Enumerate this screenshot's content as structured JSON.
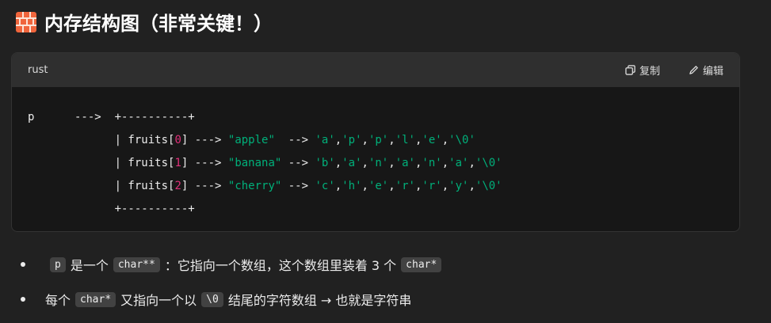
{
  "heading": {
    "icon": "brick-icon",
    "title": "内存结构图（非常关键！）"
  },
  "code_block": {
    "language": "rust",
    "copy_label": "复制",
    "edit_label": "编辑",
    "lines": [
      [
        {
          "t": "p      --->  +----------+"
        }
      ],
      [
        {
          "t": "             | fruits["
        },
        {
          "t": "0",
          "c": "num"
        },
        {
          "t": "] ---> "
        },
        {
          "t": "\"apple\"",
          "c": "str"
        },
        {
          "t": "  --> "
        },
        {
          "t": "'a'",
          "c": "str"
        },
        {
          "t": ","
        },
        {
          "t": "'p'",
          "c": "str"
        },
        {
          "t": ","
        },
        {
          "t": "'p'",
          "c": "str"
        },
        {
          "t": ","
        },
        {
          "t": "'l'",
          "c": "str"
        },
        {
          "t": ","
        },
        {
          "t": "'e'",
          "c": "str"
        },
        {
          "t": ","
        },
        {
          "t": "'\\0'",
          "c": "str"
        }
      ],
      [
        {
          "t": "             | fruits["
        },
        {
          "t": "1",
          "c": "num"
        },
        {
          "t": "] ---> "
        },
        {
          "t": "\"banana\"",
          "c": "str"
        },
        {
          "t": " --> "
        },
        {
          "t": "'b'",
          "c": "str"
        },
        {
          "t": ","
        },
        {
          "t": "'a'",
          "c": "str"
        },
        {
          "t": ","
        },
        {
          "t": "'n'",
          "c": "str"
        },
        {
          "t": ","
        },
        {
          "t": "'a'",
          "c": "str"
        },
        {
          "t": ","
        },
        {
          "t": "'n'",
          "c": "str"
        },
        {
          "t": ","
        },
        {
          "t": "'a'",
          "c": "str"
        },
        {
          "t": ","
        },
        {
          "t": "'\\0'",
          "c": "str"
        }
      ],
      [
        {
          "t": "             | fruits["
        },
        {
          "t": "2",
          "c": "num"
        },
        {
          "t": "] ---> "
        },
        {
          "t": "\"cherry\"",
          "c": "str"
        },
        {
          "t": " --> "
        },
        {
          "t": "'c'",
          "c": "str"
        },
        {
          "t": ","
        },
        {
          "t": "'h'",
          "c": "str"
        },
        {
          "t": ","
        },
        {
          "t": "'e'",
          "c": "str"
        },
        {
          "t": ","
        },
        {
          "t": "'r'",
          "c": "str"
        },
        {
          "t": ","
        },
        {
          "t": "'r'",
          "c": "str"
        },
        {
          "t": ","
        },
        {
          "t": "'y'",
          "c": "str"
        },
        {
          "t": ","
        },
        {
          "t": "'\\0'",
          "c": "str"
        }
      ],
      [
        {
          "t": "             +----------+"
        }
      ]
    ]
  },
  "bullets": [
    [
      {
        "code": "p"
      },
      {
        "text": "是一个"
      },
      {
        "code": "char**"
      },
      {
        "text": "：它指向一个数组，这个数组里装着 3 个"
      },
      {
        "code": "char*"
      }
    ],
    [
      {
        "text": "每个"
      },
      {
        "code": "char*"
      },
      {
        "text": "又指向一个以"
      },
      {
        "code": "\\0"
      },
      {
        "text": "结尾的字符数组 → 也就是字符串"
      }
    ]
  ],
  "colors": {
    "string": "#00b07a",
    "number": "#df3079",
    "background": "#212121",
    "code_background": "#171717"
  }
}
